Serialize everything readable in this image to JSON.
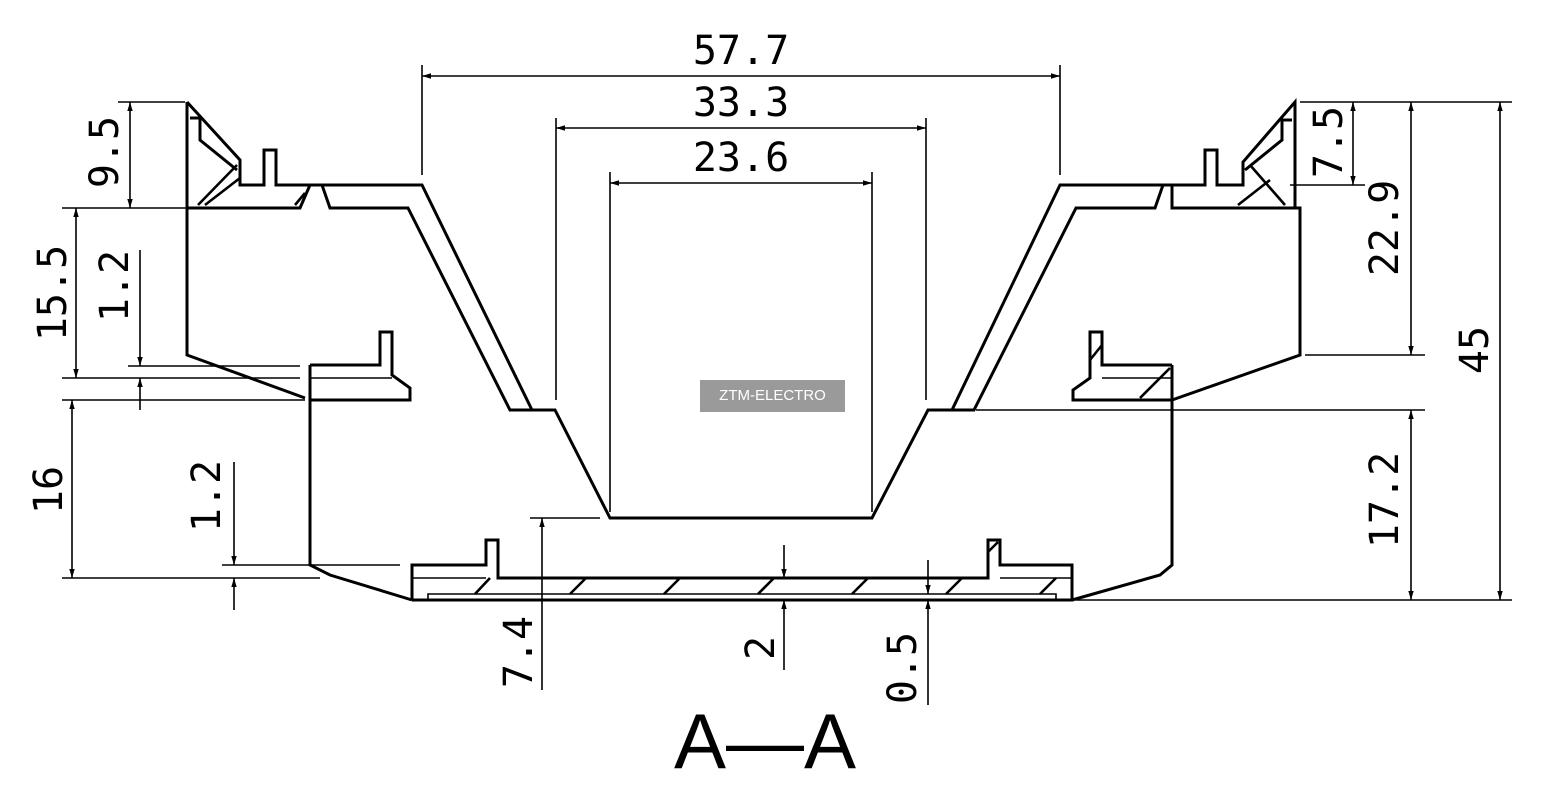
{
  "drawing": {
    "section_label": "A—A",
    "watermark": "ZTM-ELECTRO",
    "dimensions": {
      "overall_top_width": "57.7",
      "inner_top_width": "33.3",
      "channel_bottom_width": "23.6",
      "left_flange_height": "9.5",
      "left_upper_height": "15.5",
      "left_upper_wall": "1.2",
      "left_lower_height": "16",
      "left_lower_wall": "1.2",
      "channel_depth_from_base": "7.4",
      "base_plate_thickness": "2",
      "base_skin_thickness": "0.5",
      "right_flange_height": "7.5",
      "right_upper_height": "22.9",
      "right_lower_height": "17.2",
      "overall_height": "45"
    }
  }
}
